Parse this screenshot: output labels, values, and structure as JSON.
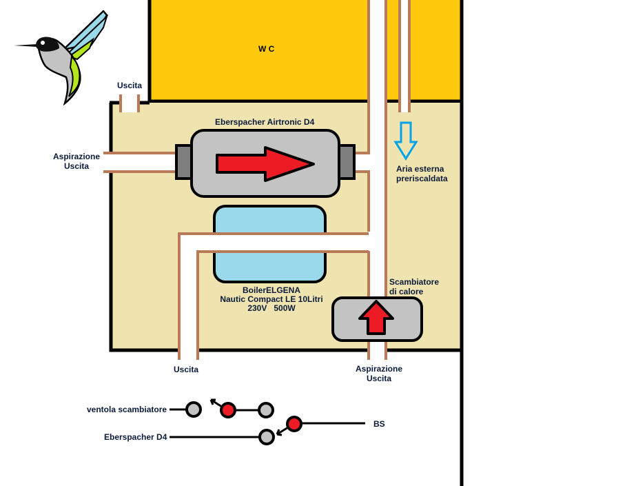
{
  "diagram": {
    "type": "heating-system-schematic",
    "colors": {
      "wc_room": "#FFC90E",
      "equipment_room": "#EFE4B0",
      "pipe_edge": "#B97A57",
      "pipe_inner": "#FFFFFF",
      "heater_body": "#C3C3C3",
      "heater_port": "#7F7F7F",
      "flow_arrow": "#ED1C24",
      "boiler": "#99D9EA",
      "fresh_air_arrow": "#00A2E8",
      "outline": "#000000"
    },
    "rooms": {
      "wc": {
        "label": "W C"
      }
    },
    "components": {
      "heater": {
        "label": "Eberspacher Airtronic D4"
      },
      "boiler": {
        "label_lines": [
          "BoilerELGENA",
          "Nautic Compact LE 10Litri",
          "230V   500W"
        ]
      },
      "heat_exchanger": {
        "label_lines": [
          "Scambiatore",
          "di calore"
        ]
      }
    },
    "pipe_labels": {
      "top_outlet": "Uscita",
      "heater_intake": [
        "Aspirazione",
        "Uscita"
      ],
      "bottom_outlet": "Uscita",
      "exchanger_intake": [
        "Aspirazione",
        "Uscita"
      ],
      "fresh_air": [
        "Aria esterna",
        "preriscaldata"
      ]
    },
    "switches": {
      "fan_switch_label": "ventola scambiatore",
      "heater_switch_label": "Eberspacher D4",
      "supply_label": "BS"
    }
  }
}
